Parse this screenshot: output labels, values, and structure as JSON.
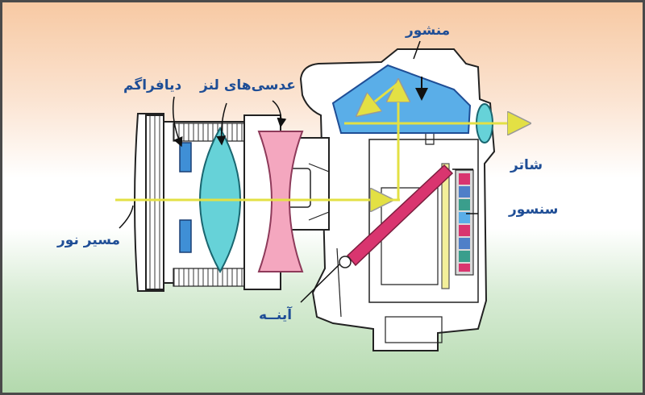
{
  "labels": {
    "prism": "منشور",
    "lens_elements": "عدسی‌های لنز",
    "diaphragm": "دیافراگم",
    "shutter": "شاتر",
    "sensor": "سنسور",
    "light_path": "مسیر نور",
    "mirror": "آینــه"
  },
  "colors": {
    "prism_fill": "#5aaee8",
    "convex_lens": "#66d2d8",
    "concave_lens": "#f4a7bf",
    "mirror": "#d9356f",
    "shutter": "#f3ef9a",
    "light_ray": "#e3e044",
    "diaphragm_blade": "#3f8fd6",
    "label_text": "#1f4e96"
  }
}
